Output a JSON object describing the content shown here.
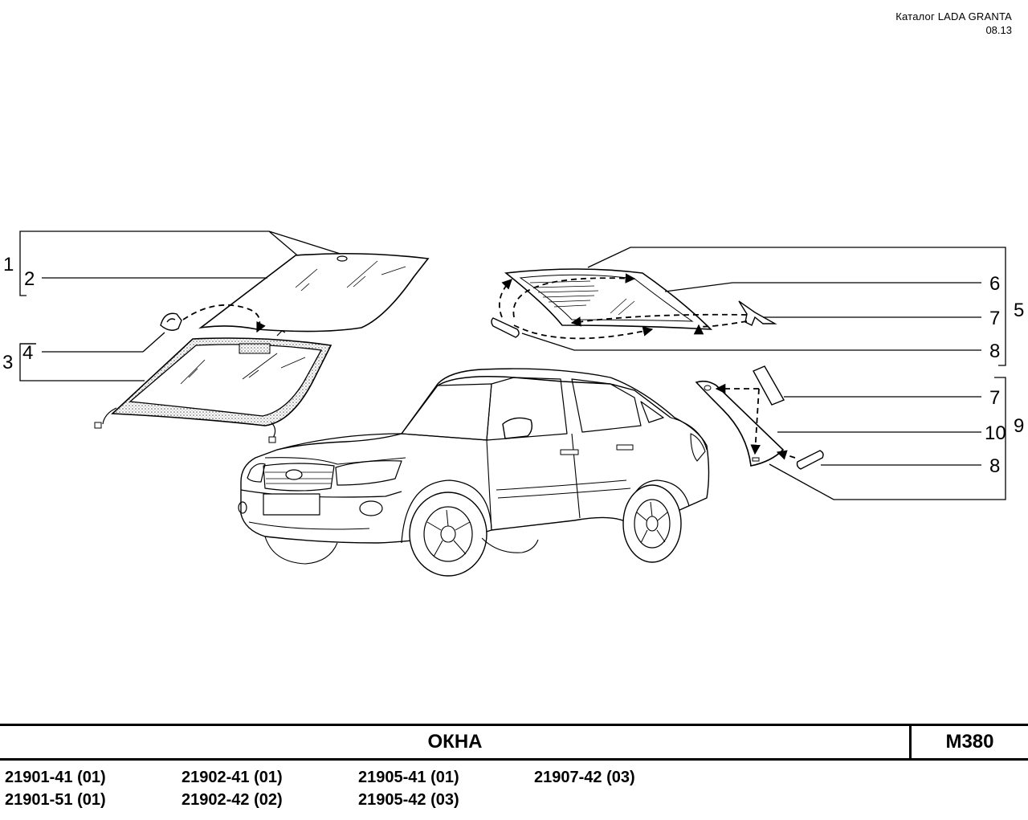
{
  "header": {
    "catalog": "Каталог  LADA  GRANTA",
    "date": "08.13"
  },
  "callouts": [
    "1",
    "2",
    "3",
    "4",
    "5",
    "6",
    "7",
    "8",
    "7",
    "10",
    "8",
    "9"
  ],
  "footer": {
    "title": "ОКНА",
    "code": "M380"
  },
  "models": [
    "21901-41 (01)",
    "21902-41 (01)",
    "21905-41 (01)",
    "21907-42 (03)",
    "21901-51 (01)",
    "21902-42 (02)",
    "21905-42 (03)"
  ]
}
